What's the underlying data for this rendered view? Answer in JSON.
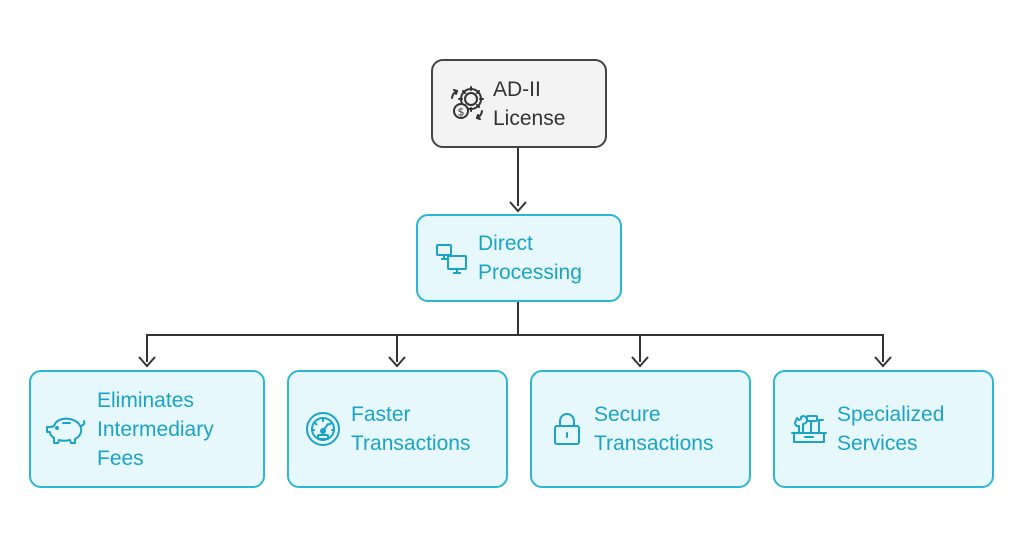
{
  "diagram": {
    "root": {
      "label": "AD-II\nLicense",
      "icon": "currency-exchange-gear-icon"
    },
    "middle": {
      "label": "Direct\nProcessing",
      "icon": "computers-icon"
    },
    "leaves": [
      {
        "label": "Eliminates\nIntermediary\nFees",
        "icon": "piggy-bank-icon"
      },
      {
        "label": "Faster\nTransactions",
        "icon": "speedometer-icon"
      },
      {
        "label": "Secure\nTransactions",
        "icon": "lock-icon"
      },
      {
        "label": "Specialized\nServices",
        "icon": "toolbox-icon"
      }
    ],
    "colors": {
      "root_border": "#444444",
      "root_fill": "#f3f3f3",
      "node_border": "#2cb5d6",
      "node_fill": "#e7f8fd",
      "node_text": "#1aa3c6",
      "connector": "#333333"
    }
  }
}
